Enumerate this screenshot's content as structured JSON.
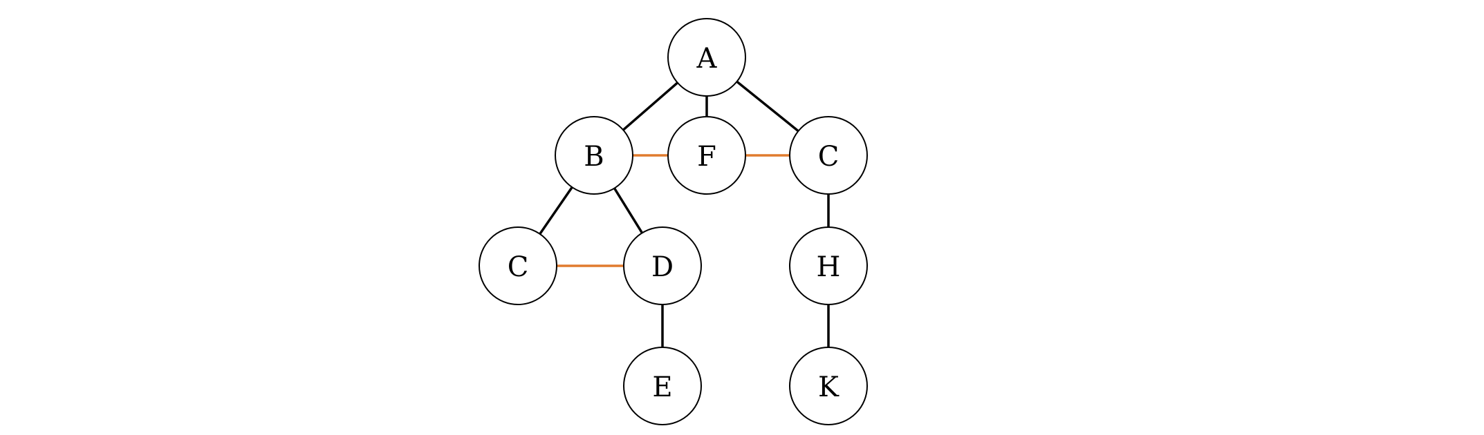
{
  "diagram": {
    "type": "tree-graph",
    "colors": {
      "tree_edge": "#000000",
      "cross_edge": "#e07b2e",
      "node_stroke": "#000000",
      "node_fill": "#ffffff"
    },
    "nodes": [
      {
        "id": "n_a",
        "label": "A"
      },
      {
        "id": "n_b",
        "label": "B"
      },
      {
        "id": "n_f",
        "label": "F"
      },
      {
        "id": "n_c1",
        "label": "C"
      },
      {
        "id": "n_c2",
        "label": "C"
      },
      {
        "id": "n_d",
        "label": "D"
      },
      {
        "id": "n_h",
        "label": "H"
      },
      {
        "id": "n_e",
        "label": "E"
      },
      {
        "id": "n_k",
        "label": "K"
      }
    ],
    "edges": [
      {
        "from": "n_a",
        "to": "n_b",
        "kind": "tree_edge"
      },
      {
        "from": "n_a",
        "to": "n_f",
        "kind": "tree_edge"
      },
      {
        "from": "n_a",
        "to": "n_c1",
        "kind": "tree_edge"
      },
      {
        "from": "n_b",
        "to": "n_c2",
        "kind": "tree_edge"
      },
      {
        "from": "n_b",
        "to": "n_d",
        "kind": "tree_edge"
      },
      {
        "from": "n_c1",
        "to": "n_h",
        "kind": "tree_edge"
      },
      {
        "from": "n_d",
        "to": "n_e",
        "kind": "tree_edge"
      },
      {
        "from": "n_h",
        "to": "n_k",
        "kind": "tree_edge"
      },
      {
        "from": "n_b",
        "to": "n_f",
        "kind": "cross_edge"
      },
      {
        "from": "n_f",
        "to": "n_c1",
        "kind": "cross_edge"
      },
      {
        "from": "n_c2",
        "to": "n_d",
        "kind": "cross_edge"
      }
    ]
  }
}
